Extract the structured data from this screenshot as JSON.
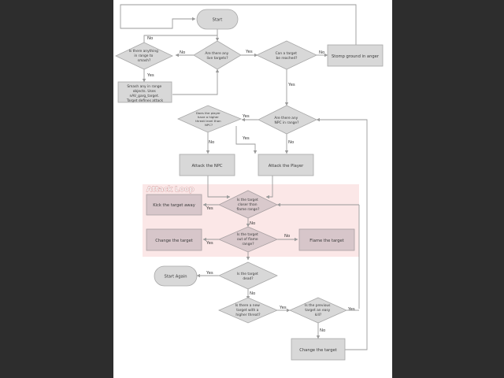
{
  "region": {
    "title": "Attack Loop"
  },
  "nodes": {
    "start": "Start",
    "anything_in_range": [
      "Is there anything",
      "in range to",
      "smash?"
    ],
    "live_targets": [
      "Are there any",
      "live targets?"
    ],
    "can_reach": [
      "Can a target",
      "be reached?"
    ],
    "stomp": "Stomp ground in anger",
    "smash": [
      "Smash any in range",
      "objects. Uses",
      "nAV_garg_target.",
      "Target defines attack"
    ],
    "player_higher_threat": [
      "Does the player",
      "have a higher",
      "threat level than",
      "NPC?"
    ],
    "npc_in_range": [
      "Are there any",
      "NPC in range?"
    ],
    "attack_npc": "Attack the NPC",
    "attack_player": "Attack the Player",
    "kick_away": "Kick the target away",
    "closer_than_flame": [
      "Is the target",
      "closer than",
      "flame range?"
    ],
    "change_target_1": "Change the target",
    "out_of_flame": [
      "Is the target",
      "out of flame",
      "range?"
    ],
    "flame": "Flame the target",
    "start_again": "Start Again",
    "target_dead": [
      "Is the target",
      "dead?"
    ],
    "new_target_higher": [
      "Is there a new",
      "target with a",
      "higher threat?"
    ],
    "previous_easy_kill": [
      "Is the previous",
      "target an easy",
      "kill?"
    ],
    "change_target_2": "Change the target"
  },
  "edges": {
    "yes": "Yes",
    "no": "No"
  }
}
